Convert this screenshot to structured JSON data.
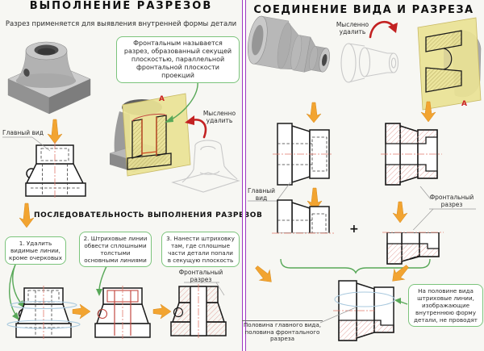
{
  "left_panel": {
    "title": "ВЫПОЛНЕНИЕ РАЗРЕЗОВ",
    "subtitle": "Разрез применяется для выявления внутренней формы детали",
    "definition_callout": "Фронтальным называется разрез, образованный секущей плоскостью, параллельной фронтальной плоскости проекций",
    "mentally_remove_label": "Мысленно удалить",
    "main_view_label": "Главный вид",
    "section_plane_letter": "А",
    "sequence_title": "ПОСЛЕДОВАТЕЛЬНОСТЬ ВЫПОЛНЕНИЯ РАЗРЕЗОВ",
    "steps": [
      "1. Удалить видимые линии, кроме очерковых",
      "2. Штриховые линии обвести сплошными толстыми основными линиями",
      "3. Нанести штриховку там, где сплошные части детали попали в секущую плоскость"
    ],
    "frontal_section_label": "Фронтальный разрез"
  },
  "right_panel": {
    "title": "СОЕДИНЕНИЕ ВИДА И РАЗРЕЗА",
    "mentally_remove_label": "Мысленно удалить",
    "section_plane_letter": "А",
    "main_view_label": "Главный вид",
    "frontal_section_label": "Фронтальный разрез",
    "plus_sign": "+",
    "combined_view_label": "Половина главного вида, половина фронтального разреза",
    "note_callout": "На половине вида штриховые линии, изображающие внутреннюю форму детали, не проводят"
  },
  "colors": {
    "divider_purple": "#9e37c0",
    "arrow_orange": "#f2a431",
    "arrow_red": "#c32222",
    "leader_green": "#58a858",
    "section_plane_yellow": "#eae294",
    "hatch_pink": "#e2a39d",
    "centerline_red": "#e2796b",
    "construction_blue": "#a9c9de"
  }
}
